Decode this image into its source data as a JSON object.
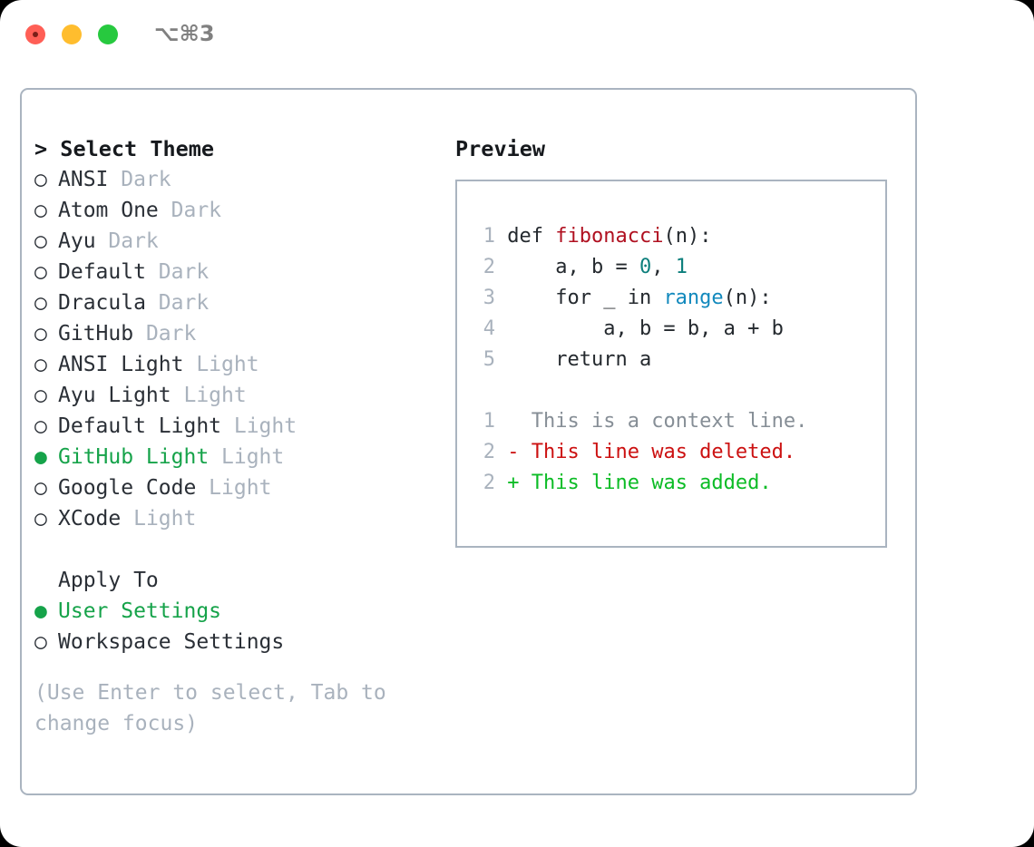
{
  "titlebar": {
    "shortcut": "⌥⌘3",
    "traffic_lights": [
      "close",
      "minimize",
      "maximize"
    ]
  },
  "theme_panel": {
    "heading": "> Select Theme",
    "selected_theme": "GitHub Light",
    "marker_selected": "●",
    "marker_unselected": "○",
    "items": [
      {
        "marker": "○",
        "name": "ANSI",
        "tag": "Dark",
        "selected": false
      },
      {
        "marker": "○",
        "name": "Atom One",
        "tag": "Dark",
        "selected": false
      },
      {
        "marker": "○",
        "name": "Ayu",
        "tag": "Dark",
        "selected": false
      },
      {
        "marker": "○",
        "name": "Default",
        "tag": "Dark",
        "selected": false
      },
      {
        "marker": "○",
        "name": "Dracula",
        "tag": "Dark",
        "selected": false
      },
      {
        "marker": "○",
        "name": "GitHub",
        "tag": "Dark",
        "selected": false
      },
      {
        "marker": "○",
        "name": "ANSI Light",
        "tag": "Light",
        "selected": false
      },
      {
        "marker": "○",
        "name": "Ayu Light",
        "tag": "Light",
        "selected": false
      },
      {
        "marker": "○",
        "name": "Default Light",
        "tag": "Light",
        "selected": false
      },
      {
        "marker": "●",
        "name": "GitHub Light",
        "tag": "Light",
        "selected": true
      },
      {
        "marker": "○",
        "name": "Google Code",
        "tag": "Light",
        "selected": false
      },
      {
        "marker": "○",
        "name": "XCode",
        "tag": "Light",
        "selected": false
      }
    ]
  },
  "apply_to": {
    "heading": "Apply To",
    "selected_option": "User Settings",
    "options": [
      {
        "marker": "●",
        "label": "User Settings",
        "selected": true
      },
      {
        "marker": "○",
        "label": "Workspace Settings",
        "selected": false
      }
    ]
  },
  "hint": {
    "line1": "(Use Enter to select, Tab to",
    "line2": "change focus)"
  },
  "preview": {
    "title": "Preview",
    "code_lines": [
      {
        "number": "1",
        "tokens": [
          {
            "text": "def ",
            "type": "plain"
          },
          {
            "text": "fibonacci",
            "type": "fn"
          },
          {
            "text": "(n):",
            "type": "plain"
          }
        ]
      },
      {
        "number": "2",
        "tokens": [
          {
            "text": "    a, b = ",
            "type": "plain"
          },
          {
            "text": "0",
            "type": "num"
          },
          {
            "text": ", ",
            "type": "plain"
          },
          {
            "text": "1",
            "type": "num"
          }
        ]
      },
      {
        "number": "3",
        "tokens": [
          {
            "text": "    for _ in ",
            "type": "plain"
          },
          {
            "text": "range",
            "type": "builtin"
          },
          {
            "text": "(n):",
            "type": "plain"
          }
        ]
      },
      {
        "number": "4",
        "tokens": [
          {
            "text": "        a, b = b, a + b",
            "type": "plain"
          }
        ]
      },
      {
        "number": "5",
        "tokens": [
          {
            "text": "    return a",
            "type": "plain"
          }
        ]
      }
    ],
    "diff_lines": [
      {
        "number": "1",
        "prefix": "  ",
        "text": "This is a context line.",
        "type": "context"
      },
      {
        "number": "2",
        "prefix": "- ",
        "text": "This line was deleted.",
        "type": "deletion"
      },
      {
        "number": "2",
        "prefix": "+ ",
        "text": "This line was added.",
        "type": "addition"
      }
    ]
  },
  "colors": {
    "panel_border": "#aab4c0",
    "selected_green": "#16a34a",
    "tag_gray": "#a9b2bd",
    "code_function": "#b01020",
    "code_number": "#0d7f7c",
    "code_builtin": "#1289bd",
    "diff_deleted": "#cc1111",
    "diff_added": "#0cbc26",
    "shortcut_gray": "#808080"
  }
}
